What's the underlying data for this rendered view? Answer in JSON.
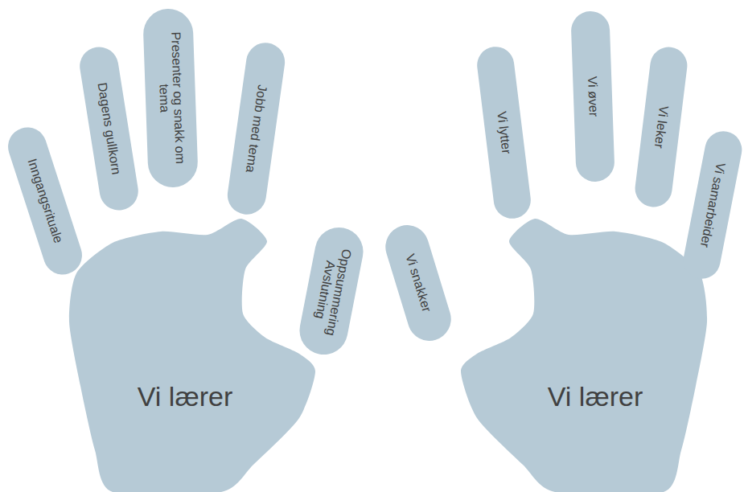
{
  "diagram": {
    "nodes": [
      {
        "text": [
          "Vi lærer"
        ]
      },
      {
        "text": [
          "Inngangsrituale"
        ]
      },
      {
        "text": [
          "Dagens gullkorn"
        ]
      },
      {
        "text": [
          "Presenter og snakk om tema"
        ]
      },
      {
        "text": [
          "Jobb med tema"
        ]
      },
      {
        "text": [
          "Oppsummering Avslutning"
        ]
      },
      {
        "text": [
          "Vi lærer"
        ]
      },
      {
        "text": [
          "Vi snakker"
        ]
      },
      {
        "text": [
          "Vi lytter"
        ]
      },
      {
        "text": [
          "Vi øver"
        ]
      },
      {
        "text": [
          "Vi leker"
        ]
      },
      {
        "text": [
          "Vi samarbeider"
        ]
      }
    ]
  }
}
